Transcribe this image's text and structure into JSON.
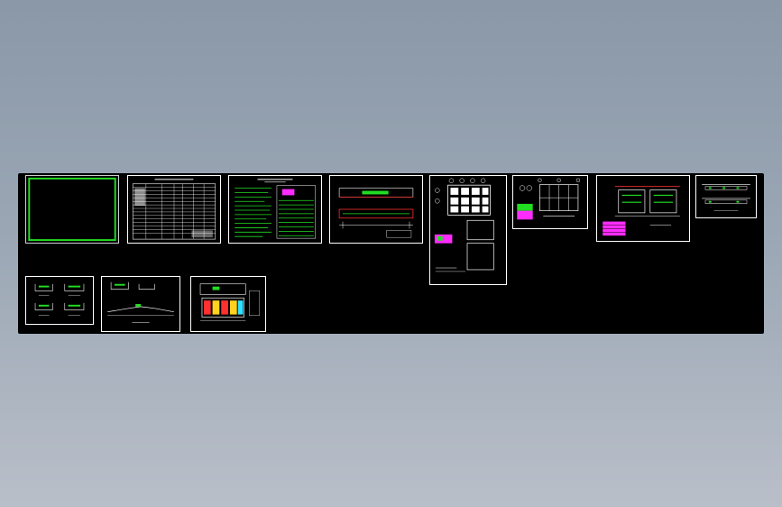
{
  "viewer": {
    "background": "#8f9cad"
  },
  "canvas": {
    "background": "#000000"
  },
  "colors": {
    "line": "#ffffff",
    "green": "#22dd22",
    "red": "#ff3030",
    "magenta": "#ff2cff",
    "yellow": "#ffd21f",
    "cyan": "#30e0ff"
  },
  "sheets": [
    {
      "id": "sheet-01",
      "kind": "blank-frame"
    },
    {
      "id": "sheet-02",
      "kind": "table-list"
    },
    {
      "id": "sheet-03",
      "kind": "notes-green"
    },
    {
      "id": "sheet-04",
      "kind": "long-section"
    },
    {
      "id": "sheet-05",
      "kind": "tall-plan"
    },
    {
      "id": "sheet-06",
      "kind": "plan-grid"
    },
    {
      "id": "sheet-07",
      "kind": "elevations"
    },
    {
      "id": "sheet-08",
      "kind": "sections-small"
    },
    {
      "id": "sheet-09",
      "kind": "detail-four"
    },
    {
      "id": "sheet-10",
      "kind": "profile"
    },
    {
      "id": "sheet-11",
      "kind": "color-plan"
    }
  ]
}
